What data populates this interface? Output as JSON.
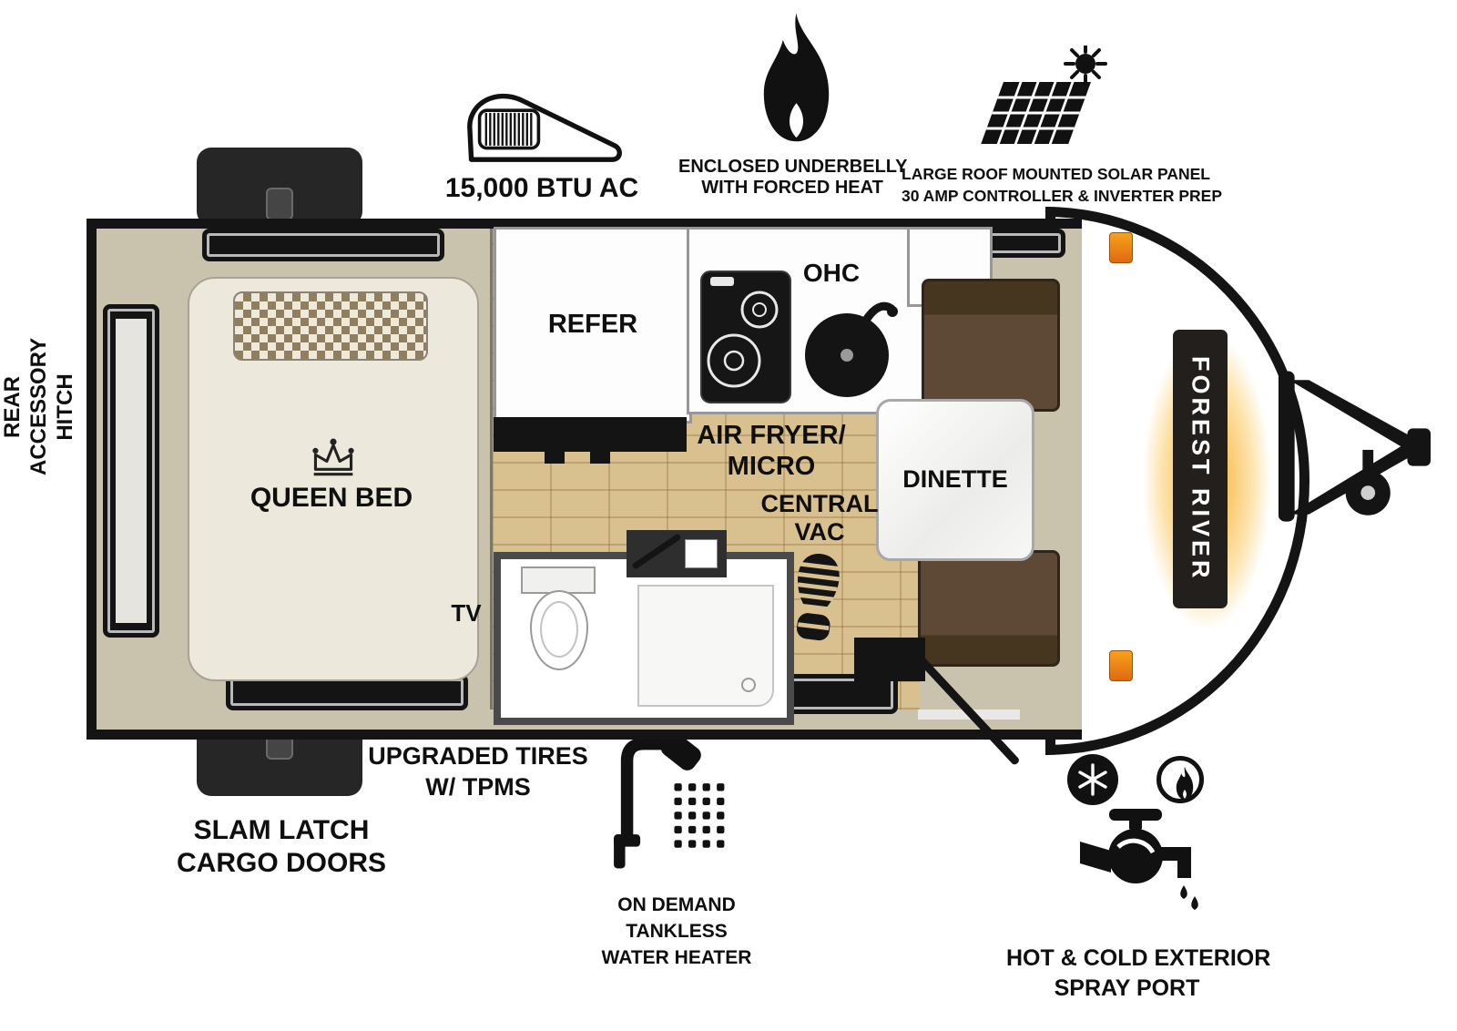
{
  "features_top": {
    "ac": {
      "label": "15,000 BTU AC"
    },
    "underbelly": {
      "lines": [
        "ENCLOSED UNDERBELLY",
        "WITH FORCED HEAT"
      ]
    },
    "solar": {
      "lines": [
        "LARGE ROOF MOUNTED SOLAR PANEL",
        "30 AMP CONTROLLER & INVERTER PREP"
      ]
    }
  },
  "features_bottom": {
    "tires": {
      "lines": [
        "UPGRADED TIRES",
        "W/ TPMS"
      ]
    },
    "cargo": {
      "lines": [
        "SLAM LATCH",
        "CARGO DOORS"
      ]
    },
    "water_heater": {
      "lines": [
        "ON DEMAND",
        "TANKLESS",
        "WATER HEATER"
      ]
    },
    "spray_port": {
      "lines": [
        "HOT & COLD EXTERIOR",
        "SPRAY PORT"
      ]
    }
  },
  "floorplan": {
    "exterior": {
      "rear_hitch_lines": [
        "REAR",
        "ACCESSORY",
        "HITCH"
      ],
      "brand": "FOREST RIVER"
    },
    "labels": {
      "queen_bed": "QUEEN BED",
      "tv": "TV",
      "refer": "REFER",
      "ohc": "OHC",
      "air_fryer_lines": [
        "AIR FRYER/",
        "MICRO"
      ],
      "central_vac_lines": [
        "CENTRAL",
        "VAC"
      ],
      "dinette": "DINETTE"
    }
  },
  "colors": {
    "accent_orange": "#F6A21C",
    "interior_tan": "#C9C3AE",
    "wood_floor": "#D9C08F",
    "bench_brown": "#5E4936",
    "outline_black": "#141414"
  }
}
